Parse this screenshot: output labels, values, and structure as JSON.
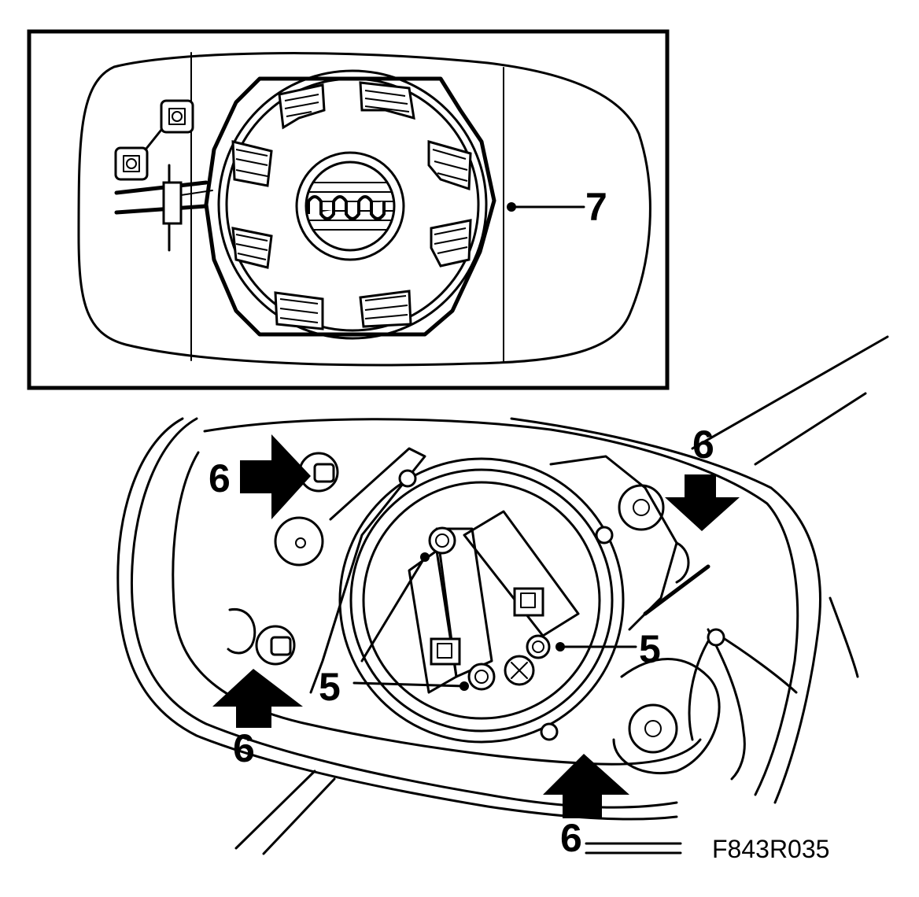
{
  "figure": {
    "code": "F843R035"
  },
  "callouts": {
    "seven": "7",
    "five_left": "5",
    "five_right": "5",
    "six_top_left": "6",
    "six_top_right": "6",
    "six_bottom_left": "6",
    "six_bottom_right": "6"
  }
}
